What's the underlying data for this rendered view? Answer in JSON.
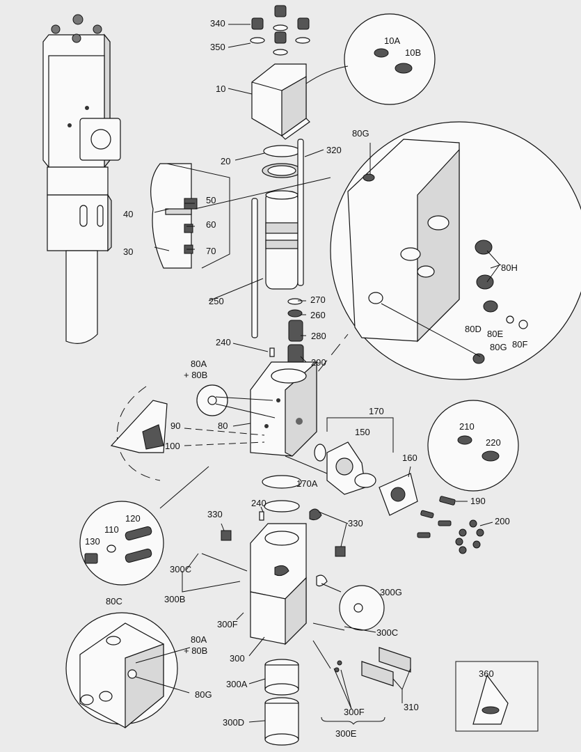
{
  "labels": {
    "l340": "340",
    "l350": "350",
    "l10": "10",
    "l10A": "10A",
    "l10B": "10B",
    "l20": "20",
    "l320": "320",
    "l80G_top": "80G",
    "l40": "40",
    "l50": "50",
    "l60": "60",
    "l30": "30",
    "l70": "70",
    "l80H": "80H",
    "l250": "250",
    "l270": "270",
    "l260": "260",
    "l80D": "80D",
    "l80E": "80E",
    "l80F": "80F",
    "l80G_mid": "80G",
    "l280": "280",
    "l240_top": "240",
    "l290": "290",
    "l80A_top": "80A",
    "l80B_top": "+ 80B",
    "l170": "170",
    "l150": "150",
    "l210": "210",
    "l220": "220",
    "l90": "90",
    "l80": "80",
    "l100": "100",
    "l160": "160",
    "l170A": "170A",
    "l190": "190",
    "l240_mid": "240",
    "l330_left": "330",
    "l330_right": "330",
    "l200": "200",
    "l120": "120",
    "l130": "130",
    "l110": "110",
    "l300C_left": "300C",
    "l300B": "300B",
    "l300G": "300G",
    "l80C": "80C",
    "l300F_left": "300F",
    "l300C_right": "300C",
    "l80A_bot": "80A",
    "l80B_bot": "+ 80B",
    "l300": "300",
    "l360": "360",
    "l80G_bot": "80G",
    "l300A": "300A",
    "l310": "310",
    "l300F_bot": "300F",
    "l300D": "300D",
    "l300E": "300E"
  },
  "colors": {
    "background": "#ebebeb",
    "line": "#111111",
    "part_fill": "#fafafa",
    "shade": "#d8d8d8"
  }
}
